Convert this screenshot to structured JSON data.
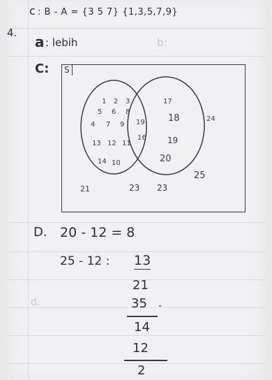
{
  "line1": {
    "label": "c",
    "expr": ": B - A = {3 5 7} {1,3,5,7,9}"
  },
  "question_number": "4.",
  "line2": {
    "label": "a",
    "text": ": lebih"
  },
  "faint_b": "b:",
  "line3": {
    "label": "C:",
    "set_label": "S"
  },
  "venn": {
    "left_only": [
      "1",
      "2",
      "3",
      "5",
      "6",
      "8",
      "4",
      "7",
      "9",
      "13",
      "12",
      "11",
      "14",
      "10"
    ],
    "intersection": [
      "19",
      "16"
    ],
    "right_only": [
      "17",
      "18",
      "19",
      "20"
    ],
    "outside": [
      "24",
      "25",
      "21",
      "23",
      "23"
    ]
  },
  "part_d": {
    "label": "D.",
    "line1": "20 - 12 = 8",
    "line2_left": "25 - 12 :",
    "line2_right": "13",
    "stack": [
      "21",
      "35",
      "14",
      "12",
      "2"
    ],
    "faint_d": "d."
  }
}
